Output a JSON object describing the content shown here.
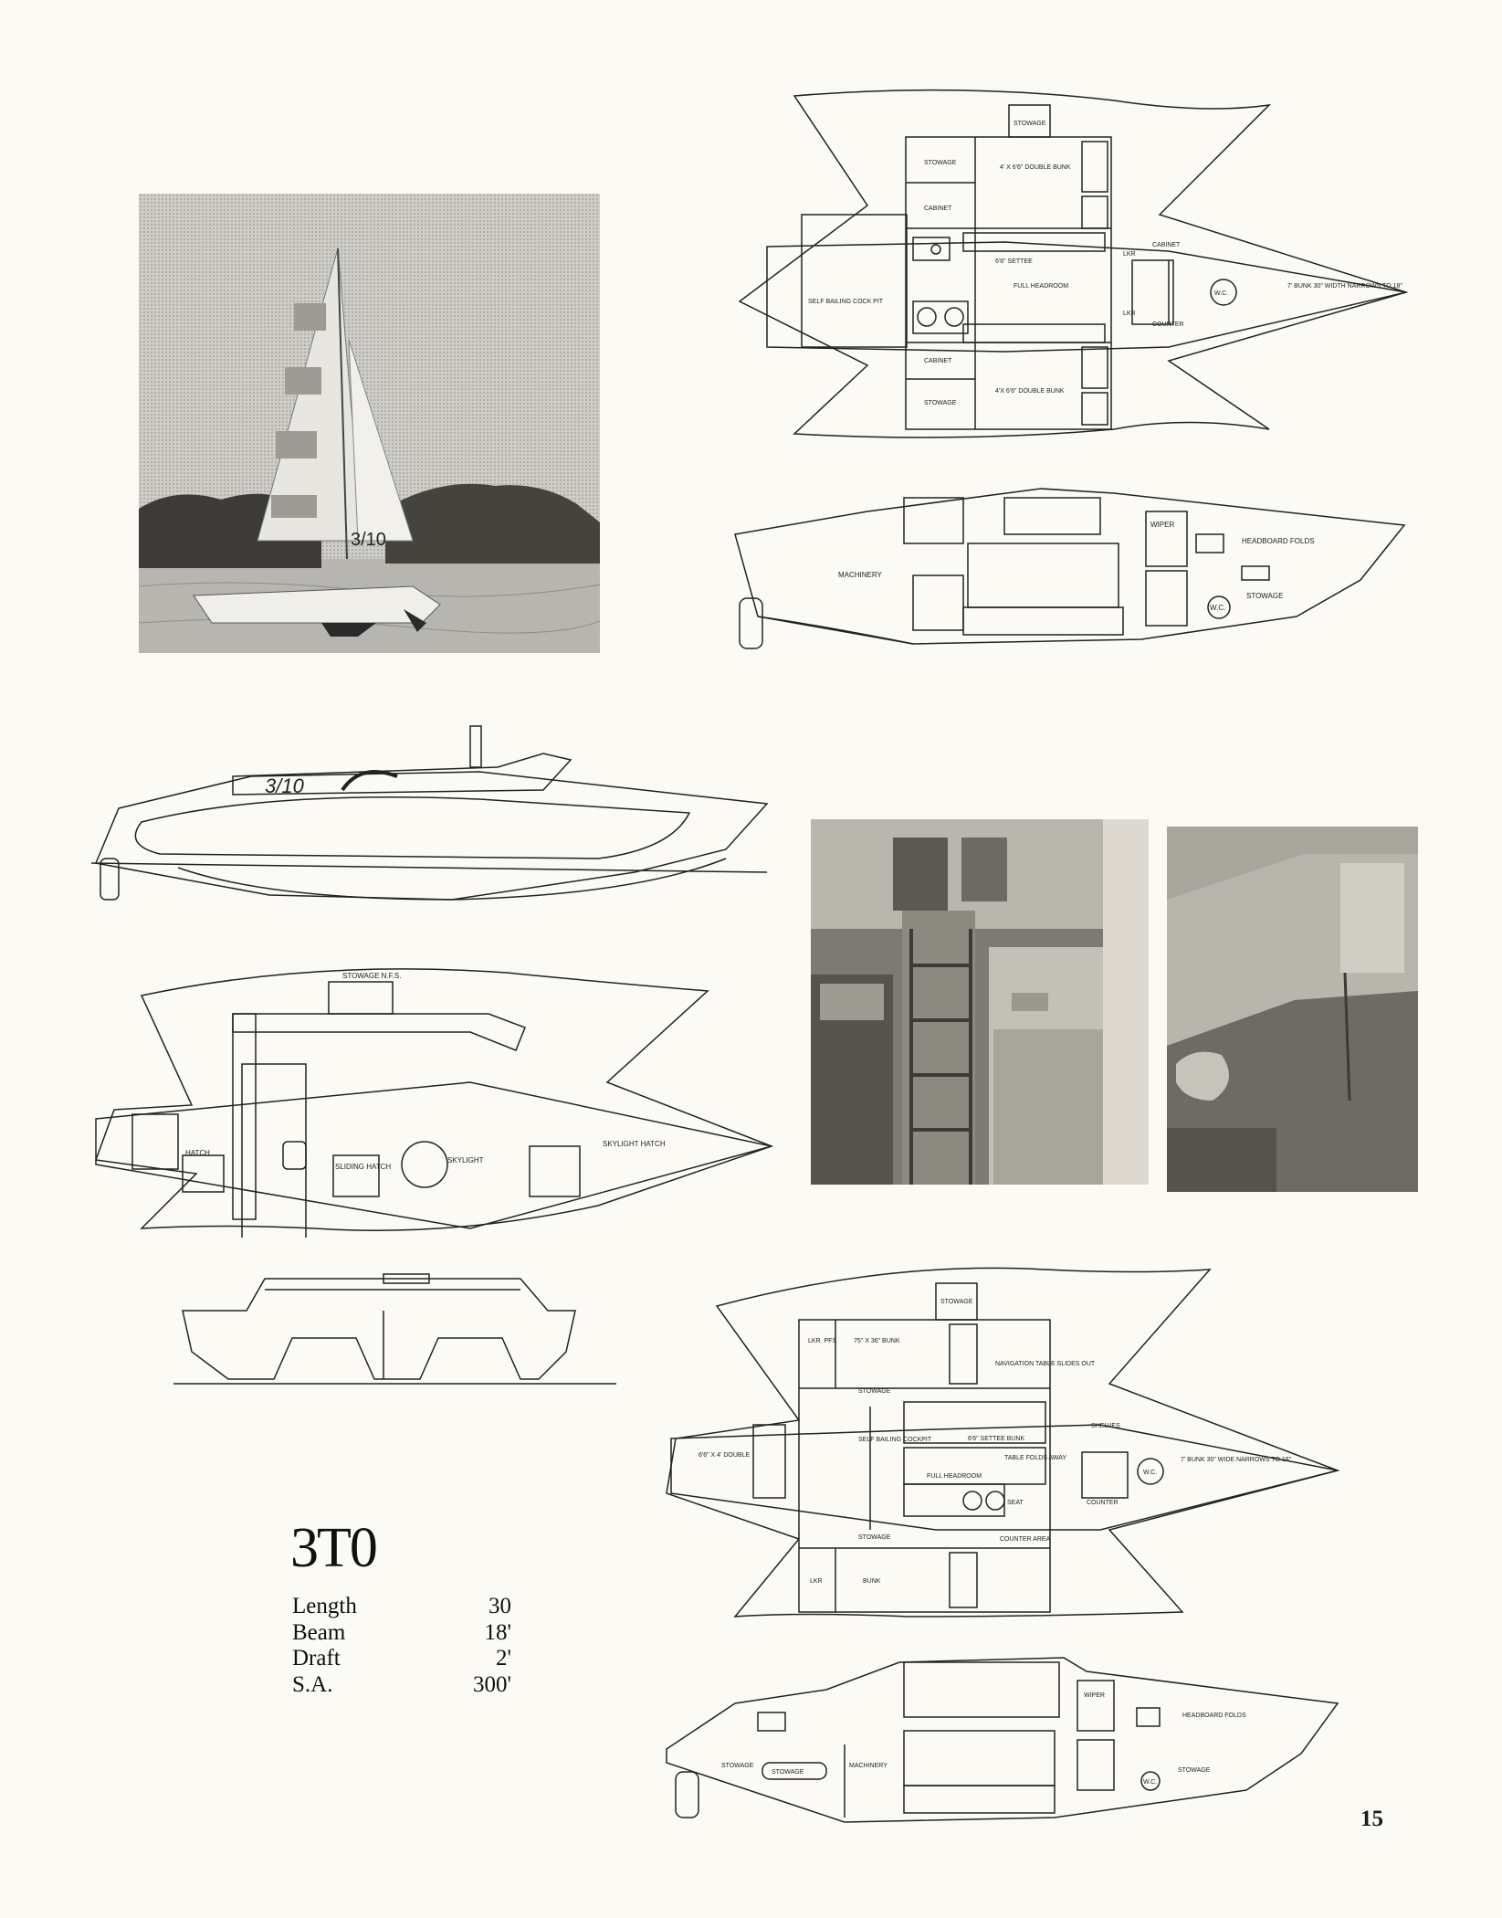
{
  "model_logo": "3T0",
  "boat_mark": "3/10",
  "specifications": [
    {
      "label": "Length",
      "value": "30"
    },
    {
      "label": "Beam",
      "value": "18'"
    },
    {
      "label": "Draft",
      "value": "2'"
    },
    {
      "label": "S.A.",
      "value": "300'"
    }
  ],
  "page_number": "15",
  "plan_top_labels": {
    "stowage_fwd": "STOWAGE",
    "stowage_stbd": "STOWAGE",
    "double_bunk_stbd": "4' X 6'6\" DOUBLE BUNK",
    "cabinet_stbd": "CABINET",
    "settee": "6'6\" SETTEE",
    "full_headroom": "FULL HEADROOM",
    "self_bailing_cockpit": "SELF BAILING COCK PIT",
    "lkr_upper": "LKR",
    "lkr_lower": "LKR",
    "cabinet_port": "CABINET",
    "double_bunk_port": "4'X 6'6\" DOUBLE BUNK",
    "stowage_port": "STOWAGE",
    "cabinet_bow": "CABINET",
    "wc": "W.C.",
    "counter": "COUNTER",
    "bow_bunk": "7' BUNK 30\" WIDTH NARROWS TO 18\""
  },
  "profile_top_labels": {
    "machinery": "MACHINERY",
    "wiper": "WIPER",
    "headboard_folds": "HEADBOARD FOLDS",
    "stowage": "STOWAGE",
    "wc": "W.C."
  },
  "deck_labels": {
    "stowage_nfs": "STOWAGE N.F.S.",
    "hatch": "HATCH",
    "sliding_hatch": "SLIDING HATCH",
    "skylight": "SKYLIGHT",
    "skylight_hatch": "SKYLIGHT HATCH"
  },
  "plan_bottom_labels": {
    "lkr_pfs": "LKR. PFS",
    "bunk_upper": "75\" X 36\" BUNK",
    "stowage_top": "STOWAGE",
    "navigation_table": "NAVIGATION TABLE SLIDES OUT",
    "stowage_mid": "STOWAGE",
    "settee_bunk": "6'6\" SETTEE BUNK",
    "self_bailing_cockpit": "SELF BAILING COCKPIT",
    "table_folds": "TABLE FOLDS AWAY",
    "full_headroom": "FULL HEADROOM",
    "seat": "SEAT",
    "aft_double": "6'6\" X 4' DOUBLE",
    "stowage_low": "STOWAGE",
    "counter_area": "COUNTER AREA",
    "lkr": "LKR",
    "bunk_lower": "BUNK",
    "shelves": "SHELVES",
    "wc": "W.C.",
    "counter": "COUNTER",
    "bow_bunk": "7' BUNK 30\" WIDE NARROWS TO 18\""
  },
  "profile_bottom_labels": {
    "stowage_aft": "STOWAGE",
    "stowage_mid": "STOWAGE",
    "machinery": "MACHINERY",
    "wiper": "WIPER",
    "headboard_folds": "HEADBOARD FOLDS",
    "stowage_fwd": "STOWAGE",
    "wc": "W.C."
  }
}
